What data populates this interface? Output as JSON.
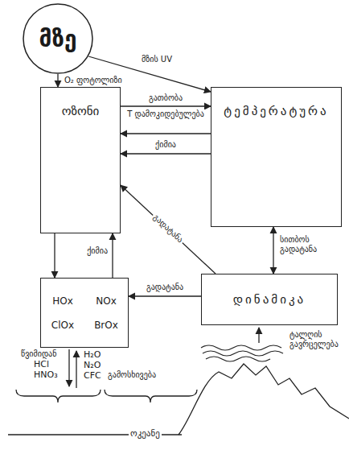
{
  "diagram": {
    "nodes": [
      {
        "text": [
          "მზე"
        ]
      },
      {
        "text": [
          "ოზონი"
        ]
      },
      {
        "text": [
          "ტემპერატურა"
        ]
      },
      {
        "text": [
          "HOx",
          "NOx",
          "ClOx",
          "BrOx"
        ]
      },
      {
        "text": [
          "დინამიკა"
        ]
      }
    ],
    "edges": [
      {
        "from": 0,
        "to": 1,
        "arrow": "to",
        "label": "O₂ ფოტოლიზი"
      },
      {
        "from": 0,
        "to": 2,
        "arrow": "to",
        "label": "მზის UV"
      },
      {
        "from": 1,
        "to": 2,
        "arrow": "to",
        "label": "გათბობა"
      },
      {
        "from": 2,
        "to": 1,
        "arrow": "to",
        "label": "T დამოკიდებულება"
      },
      {
        "from": 2,
        "to": 1,
        "arrow": "to",
        "label": "ქიმია"
      },
      {
        "from": 4,
        "to": 1,
        "arrow": "to",
        "label": "გადატანა"
      },
      {
        "from": 2,
        "to": 4,
        "arrow": "both",
        "label": "სითბოს გადატანა"
      },
      {
        "from": 4,
        "to": 3,
        "arrow": "to",
        "label": "გადატანა"
      },
      {
        "from": 3,
        "to": 1,
        "arrow": "to",
        "label": "ქიმია"
      },
      {
        "from": 1,
        "to": 3,
        "arrow": "to"
      }
    ],
    "labels": [
      "წვიმიდან",
      "HCl",
      "HNO₃",
      "H₂O",
      "N₂O",
      "CFC",
      "გამოსხივება",
      "ტალღის გავრცელება",
      "ოკეანე"
    ]
  }
}
